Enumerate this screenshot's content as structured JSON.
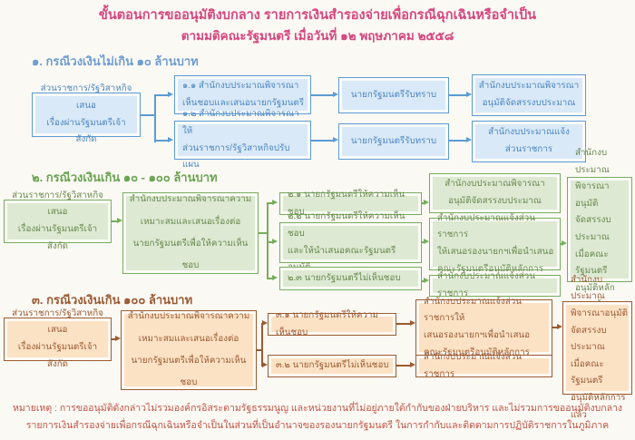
{
  "title": {
    "line1": "ขั้นตอนการขออนุมัติงบกลาง รายการเงินสำรองจ่ายเพื่อกรณีฉุกเฉินหรือจำเป็น",
    "line2": "ตามมติคณะรัฐมนตรี เมื่อวันที่ ๑๒ พฤษภาคม ๒๕๕๘"
  },
  "s1": {
    "heading": "๑. กรณีวงเงินไม่เกิน ๑๐ ล้านบาท",
    "start": "ส่วนราชการ/รัฐวิสาหกิจเสนอ\nเรื่องผ่านรัฐมนตรีเจ้าสังกัด",
    "b11": "๑.๑ สำนักงบประมาณพิจารณา\nเห็นชอบและเสนอนายกรัฐมนตรี",
    "b11_ack": "นายกรัฐมนตรีรับทราบ",
    "b11_result": "สำนักงบประมาณพิจารณา\nอนุมัติจัดสรรงบประมาณ",
    "b12": "๑.๒ สำนักงบประมาณพิจารณาให้\nส่วนราชการ/รัฐวิสาหกิจปรับแผน",
    "b12_ack": "นายกรัฐมนตรีรับทราบ",
    "b12_result": "สำนักงบประมาณแจ้ง\nส่วนราชการ"
  },
  "s2": {
    "heading": "๒. กรณีวงเงินเกิน ๑๐ - ๑๐๐ ล้านบาท",
    "start": "ส่วนราชการ/รัฐวิสาหกิจเสนอ\nเรื่องผ่านรัฐมนตรีเจ้าสังกัด",
    "review": "สำนักงบประมาณพิจารณาความ\nเหมาะสมและเสนอเรื่องต่อ\nนายกรัฐมนตรีเพื่อให้ความเห็นชอบ",
    "b21": "๒.๑ นายกรัฐมนตรีให้ความเห็นชอบ",
    "b21_result": "สำนักงบประมาณพิจารณา\nอนุมัติจัดสรรงบประมาณ",
    "b22": "๒.๒ นายกรัฐมนตรีให้ความเห็นชอบ\nและให้นำเสนอคณะรัฐมนตรีอนุมัติ",
    "b22_result": "สำนักงบประมาณแจ้งส่วนราชการ\nให้เสนอรองนายกฯเพื่อนำเสนอ\nคณะรัฐมนตรีอนุมัติหลักการ",
    "b23": "๒.๓ นายกรัฐมนตรีไม่เห็นชอบ",
    "b23_result": "สำนักงบประมาณแจ้งส่วนราชการ",
    "final": "สำนักงบประมาณ\nพิจารณาอนุมัติ\nจัดสรรงบประมาณ\nเมื่อคณะรัฐมนตรี\nอนุมัติหลักการแล้ว"
  },
  "s3": {
    "heading": "๓. กรณีวงเงินเกิน ๑๐๐ ล้านบาท",
    "start": "ส่วนราชการ/รัฐวิสาหกิจเสนอ\nเรื่องผ่านรัฐมนตรีเจ้าสังกัด",
    "review": "สำนักงบประมาณพิจารณาความ\nเหมาะสมและเสนอเรื่องต่อ\nนายกรัฐมนตรีเพื่อให้ความเห็นชอบ",
    "b31": "๓.๑ นายกรัฐมนตรีให้ความเห็นชอบ",
    "b31_result": "สำนักงบประมาณแจ้งส่วนราชการให้\nเสนอรองนายกฯเพื่อนำเสนอ\nคณะรัฐมนตรีอนุมัติหลักการ",
    "b32": "๓.๒ นายกรัฐมนตรีไม่เห็นชอบ",
    "b32_result": "สำนักงบประมาณแจ้งส่วนราชการ",
    "final": "สำนักงบประมาณ\nพิจารณาอนุมัติ\nจัดสรรงบประมาณ\nเมื่อคณะรัฐมนตรี\nอนุมัติหลักการแล้ว"
  },
  "note": {
    "line1": "หมายเหตุ : การขออนุมัติดังกล่าวไม่รวมองค์กรอิสระตามรัฐธรรมนูญ และหน่วยงานที่ไม่อยู่ภายใต้กำกับของฝ่ายบริหาร และไม่รวมการขออนุมัติงบกลาง",
    "line2": "รายการเงินสำรองจ่ายเพื่อกรณีฉุกเฉินหรือจำเป็นในส่วนที่เป็นอำนาจของรองนายกรัฐมนตรี ในการกำกับและติดตามการปฏิบัติราชการในภูมิภาค"
  },
  "colors": {
    "background": "#fbf9f4",
    "title": "#d6467e",
    "note": "#bf5242",
    "s1": {
      "border": "#5b9bd5",
      "fill": "#d9e9f7",
      "text": "#4d86c0"
    },
    "s2": {
      "border": "#77ad5d",
      "fill": "#dde9d2",
      "text": "#68894f"
    },
    "s3": {
      "border": "#9c5b30",
      "fill": "#fce2c5",
      "text": "#9a5a33"
    }
  }
}
